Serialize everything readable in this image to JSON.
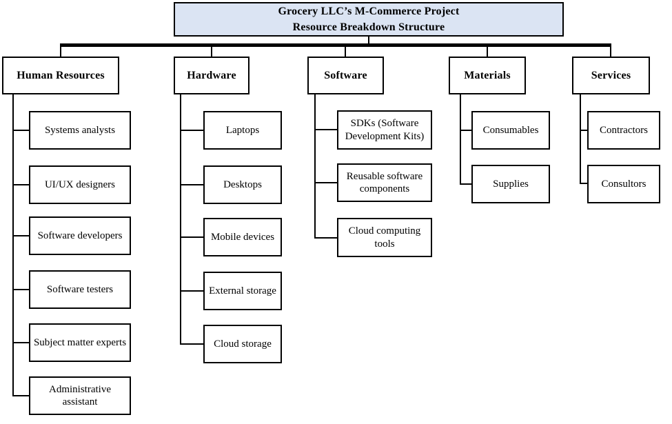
{
  "diagram": {
    "title": {
      "line1": "Grocery LLC’s M-Commerce Project",
      "line2": "Resource Breakdown Structure"
    },
    "colors": {
      "title_fill": "#dbe4f3",
      "box_fill": "#ffffff",
      "line": "#000000"
    },
    "categories": [
      {
        "label": "Human Resources",
        "children": [
          "Systems analysts",
          "UI/UX designers",
          "Software developers",
          "Software testers",
          "Subject matter experts",
          "Administrative assistant"
        ]
      },
      {
        "label": "Hardware",
        "children": [
          "Laptops",
          "Desktops",
          "Mobile devices",
          "External storage",
          "Cloud storage"
        ]
      },
      {
        "label": "Software",
        "children": [
          "SDKs (Software Development Kits)",
          "Reusable software components",
          "Cloud computing tools"
        ]
      },
      {
        "label": "Materials",
        "children": [
          "Consumables",
          "Supplies"
        ]
      },
      {
        "label": "Services",
        "children": [
          "Contractors",
          "Consultors"
        ]
      }
    ]
  }
}
